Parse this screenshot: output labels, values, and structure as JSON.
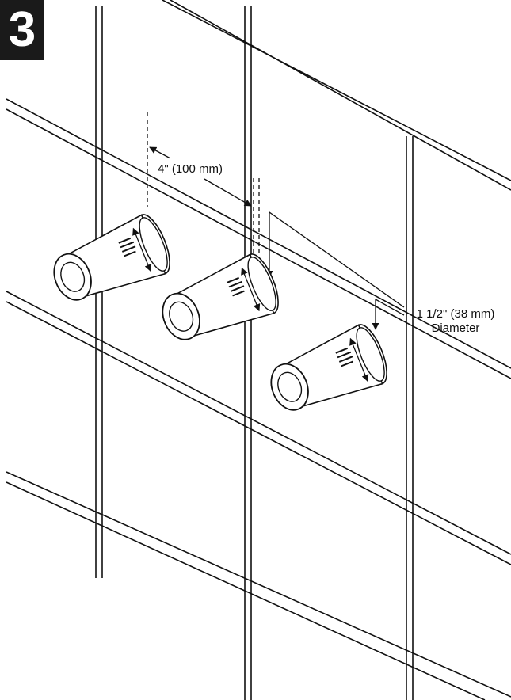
{
  "step": {
    "number": "3"
  },
  "dimensions": {
    "spacing": "4\" (100 mm)",
    "diameter_value": "1 1/2\" (38 mm)",
    "diameter_word": "Diameter"
  },
  "colors": {
    "line": "#111111",
    "background": "#ffffff",
    "badge": "#1a1a1a"
  }
}
